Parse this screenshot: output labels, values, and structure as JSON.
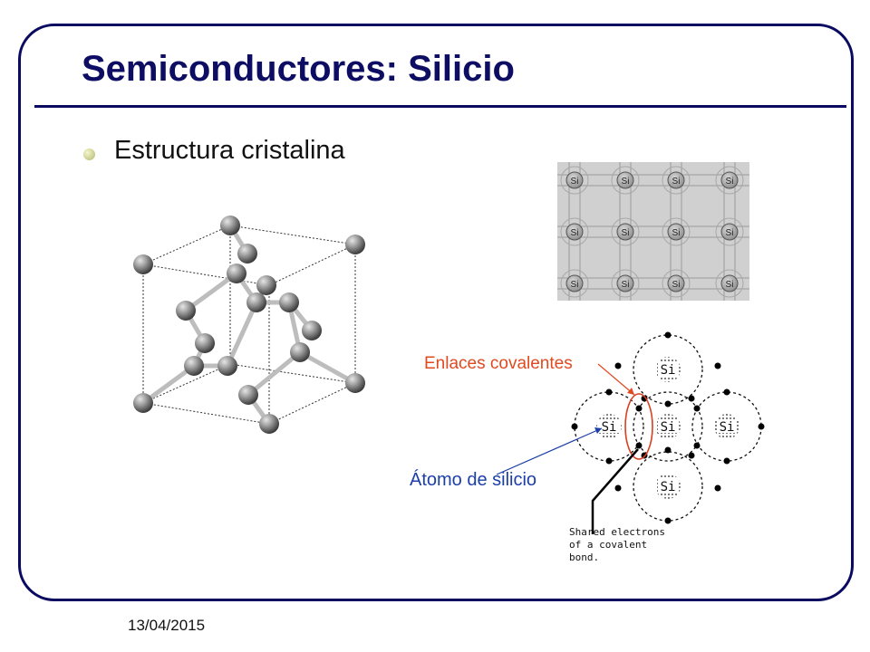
{
  "slide": {
    "title": "Semiconductores: Silicio",
    "bullet": "Estructura cristalina",
    "date": "13/04/2015"
  },
  "lattice_grid": {
    "atom_label": "Si",
    "rows": 3,
    "cols": 4
  },
  "bond_diagram": {
    "atom_label": "Si",
    "label_covalent": "Enlaces covalentes",
    "label_atom": "Átomo de silicio",
    "shared_note": "Shared electrons\nof a covalent\nbond."
  },
  "colors": {
    "title": "#0d0d63",
    "frame": "#0a0a60",
    "covalent_label": "#e04a20",
    "atom_label": "#1c3fa8"
  }
}
